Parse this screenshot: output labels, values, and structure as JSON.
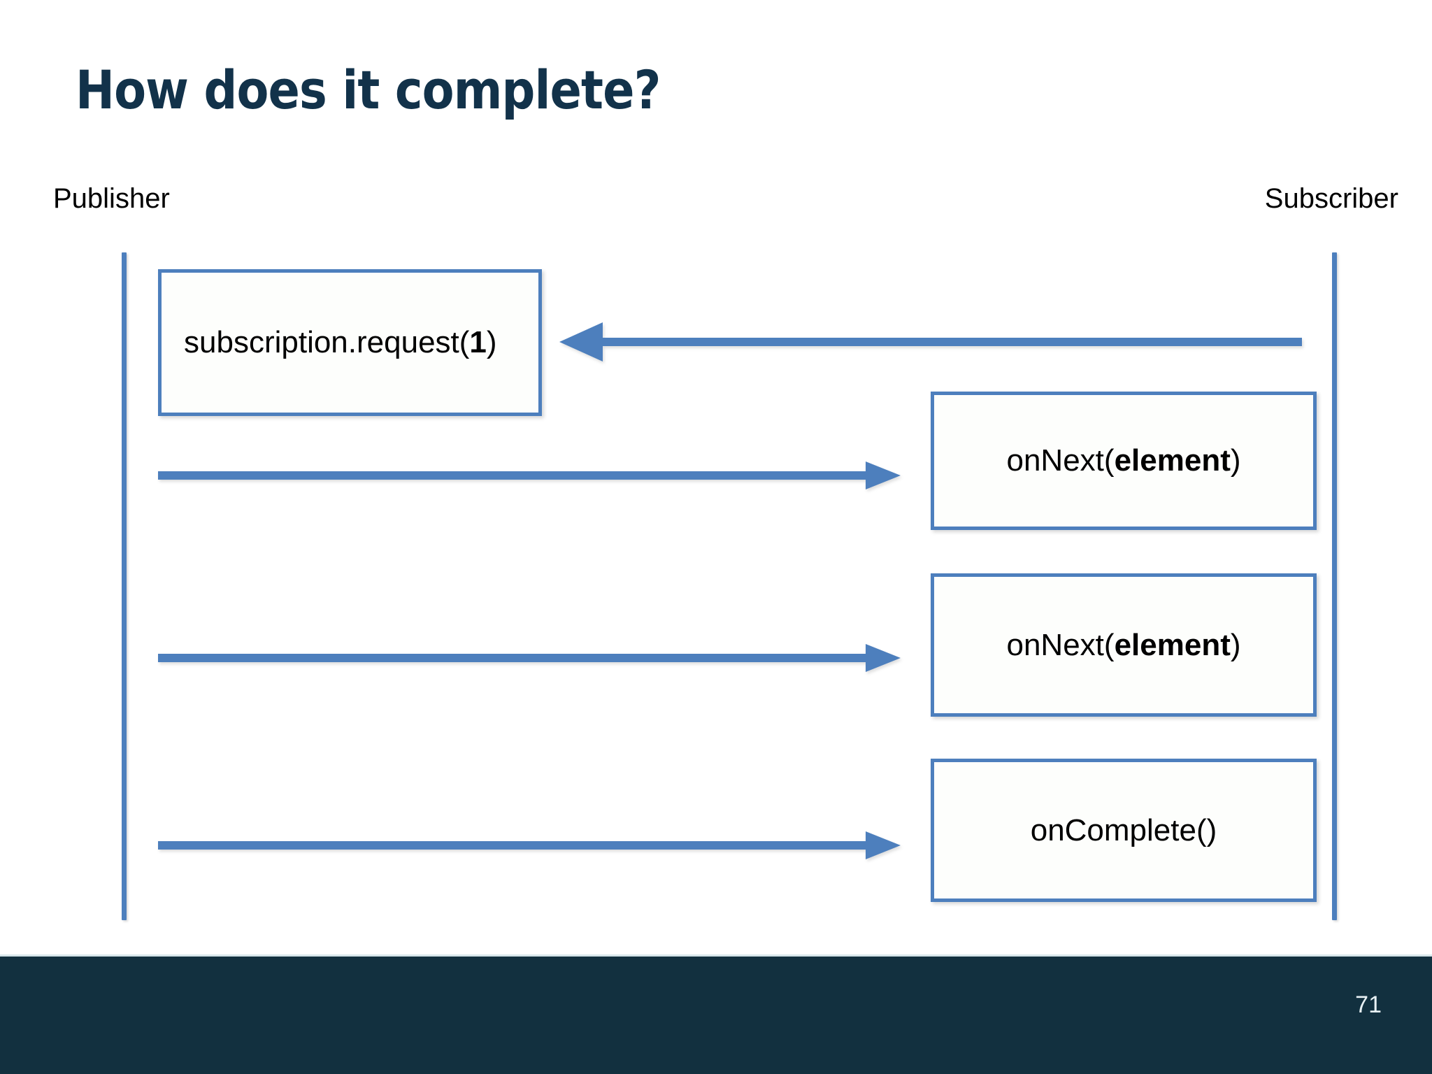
{
  "slide": {
    "title": "How does it complete?",
    "page_number": "71",
    "accent_color": "#4d7fbd",
    "title_color": "#12324a",
    "footer_color": "#12303f",
    "box_fill_color": "#fdfefc"
  },
  "diagram": {
    "type": "sequence-diagram",
    "actors": [
      {
        "id": "publisher",
        "label": "Publisher",
        "side": "left"
      },
      {
        "id": "subscriber",
        "label": "Subscriber",
        "side": "right"
      }
    ],
    "messages": [
      {
        "id": "request",
        "label_plain": "subscription.request(1)",
        "label_prefix": "subscription.request(",
        "label_bold": "1",
        "label_suffix": ")",
        "owner": "publisher",
        "arrow_direction": "right-to-left",
        "arrow_from": "subscriber",
        "arrow_to": "publisher"
      },
      {
        "id": "onnext-1",
        "label_plain": "onNext(element)",
        "label_prefix": "onNext(",
        "label_bold": "element",
        "label_suffix": ")",
        "owner": "subscriber",
        "arrow_direction": "left-to-right",
        "arrow_from": "publisher",
        "arrow_to": "subscriber"
      },
      {
        "id": "onnext-2",
        "label_plain": "onNext(element)",
        "label_prefix": "onNext(",
        "label_bold": "element",
        "label_suffix": ")",
        "owner": "subscriber",
        "arrow_direction": "left-to-right",
        "arrow_from": "publisher",
        "arrow_to": "subscriber"
      },
      {
        "id": "oncomplete",
        "label_plain": "onComplete()",
        "label_prefix": "onComplete()",
        "label_bold": "",
        "label_suffix": "",
        "owner": "subscriber",
        "arrow_direction": "left-to-right",
        "arrow_from": "publisher",
        "arrow_to": "subscriber"
      }
    ]
  }
}
